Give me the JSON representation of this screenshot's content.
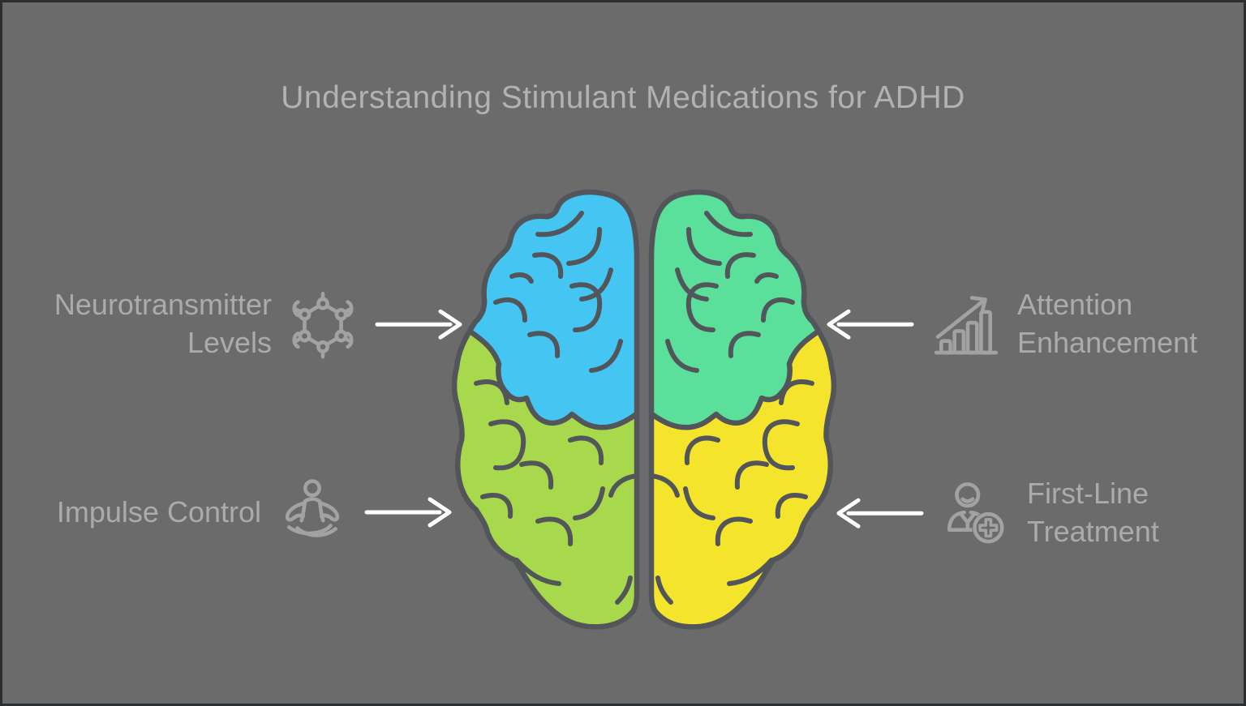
{
  "title": "Understanding Stimulant Medications for ADHD",
  "labels": {
    "left_top": {
      "text": "Neurotransmitter\nLevels",
      "icon": "molecule-icon",
      "arrow": "right"
    },
    "left_bottom": {
      "text": "Impulse Control",
      "icon": "meditation-icon",
      "arrow": "right"
    },
    "right_top": {
      "text": "Attention\nEnhancement",
      "icon": "bar-chart-growth-icon",
      "arrow": "left"
    },
    "right_bottom": {
      "text": "First-Line\nTreatment",
      "icon": "clinician-plus-icon",
      "arrow": "left"
    }
  },
  "brain": {
    "left_top_color": "#45C6F2",
    "right_top_color": "#5BE09B",
    "left_bottom_color": "#A8D84B",
    "right_bottom_color": "#F5E42C",
    "outline_color": "#525559"
  },
  "colors": {
    "background": "#6B6B6B",
    "frame_border": "#2B2E31",
    "title_text": "#B2B2B2",
    "label_text": "#ABABAB",
    "icon": "#A2A2A2",
    "arrow": "#FFFFFF"
  }
}
